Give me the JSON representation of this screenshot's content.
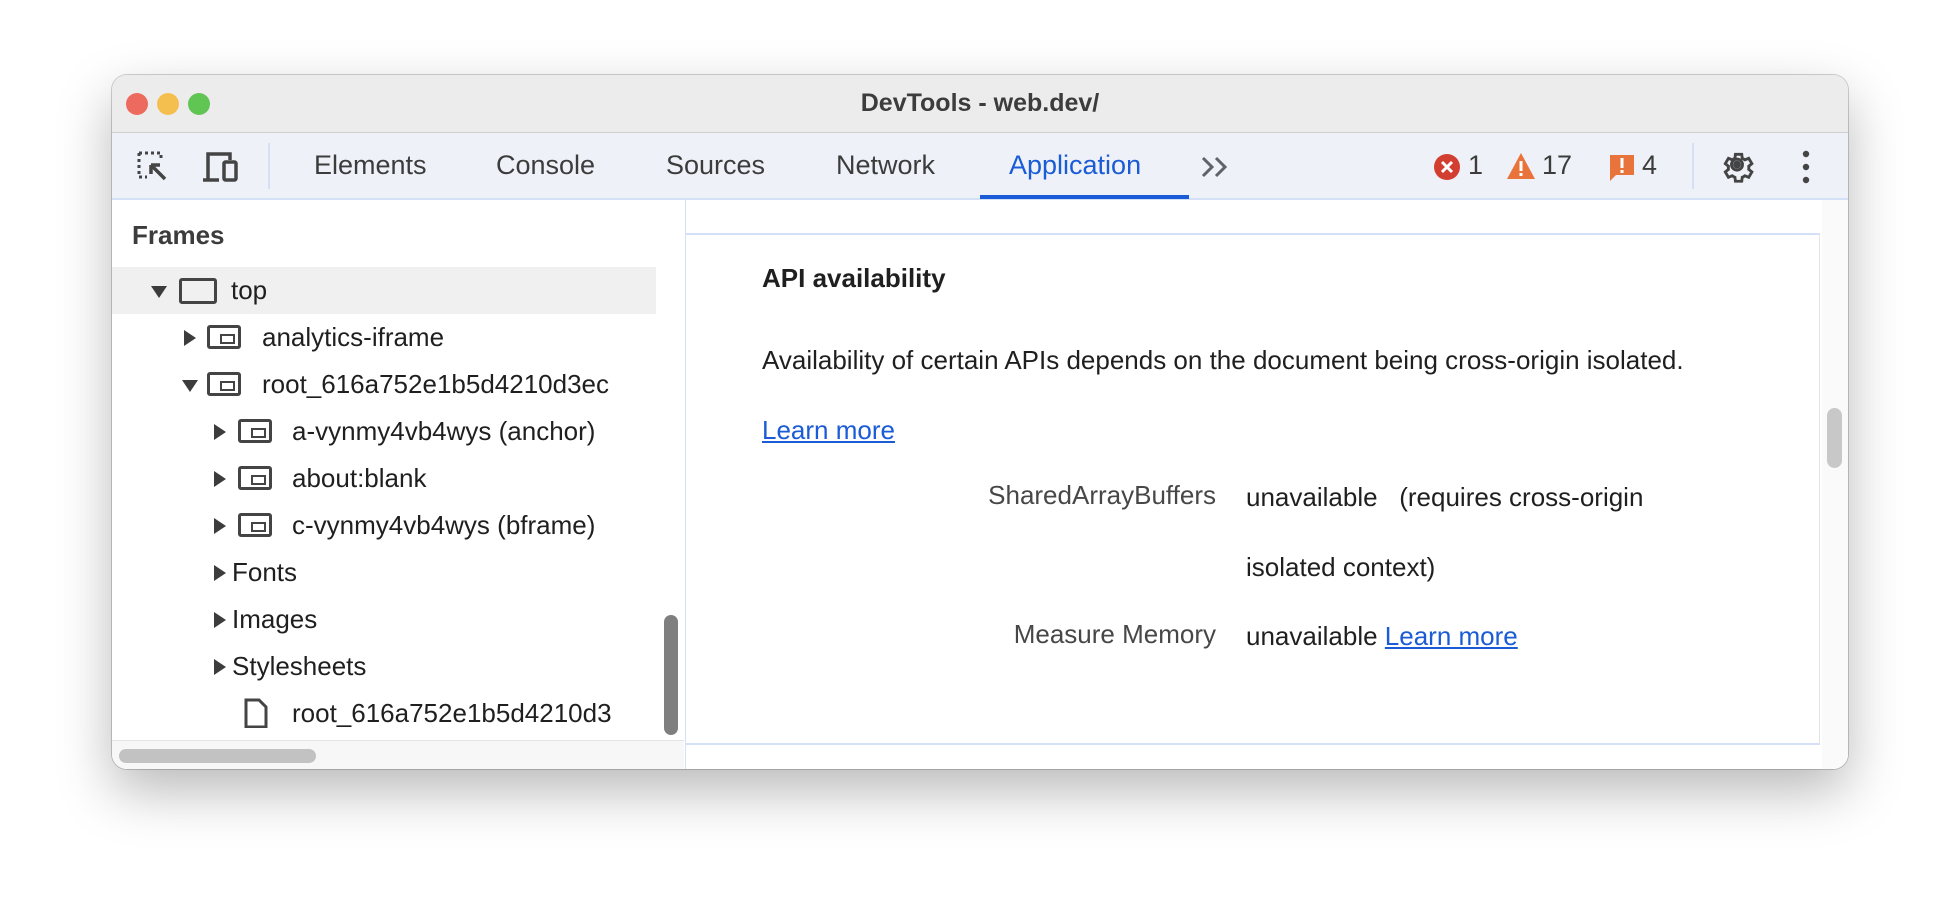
{
  "window": {
    "title": "DevTools - web.dev/"
  },
  "toolbar": {
    "tabs": [
      "Elements",
      "Console",
      "Sources",
      "Network",
      "Application"
    ],
    "active_tab": "Application",
    "errors": "1",
    "warnings": "17",
    "issues": "4",
    "colors": {
      "accent": "#1a5bd6",
      "error": "#d23f31",
      "warning": "#e8743b",
      "issue": "#e8743b"
    }
  },
  "sidebar": {
    "heading": "Frames",
    "items": [
      {
        "label": "top",
        "expanded": true
      },
      {
        "label": "analytics-iframe",
        "expanded": false
      },
      {
        "label": "root_616a752e1b5d4210d3ec",
        "expanded": true
      },
      {
        "label": "a-vynmy4vb4wys (anchor)",
        "expanded": false
      },
      {
        "label": "about:blank",
        "expanded": false
      },
      {
        "label": "c-vynmy4vb4wys (bframe)",
        "expanded": false
      },
      {
        "label": "Fonts",
        "expanded": false
      },
      {
        "label": "Images",
        "expanded": false
      },
      {
        "label": "Stylesheets",
        "expanded": false
      },
      {
        "label": "root_616a752e1b5d4210d3"
      }
    ]
  },
  "main": {
    "heading": "API availability",
    "description": "Availability of certain APIs depends on the document being cross-origin isolated.",
    "learn_more": "Learn more",
    "rows": [
      {
        "label": "SharedArrayBuffers",
        "status": "unavailable",
        "note": "(requires cross-origin isolated context)"
      },
      {
        "label": "Measure Memory",
        "status": "unavailable",
        "link": "Learn more"
      }
    ]
  }
}
